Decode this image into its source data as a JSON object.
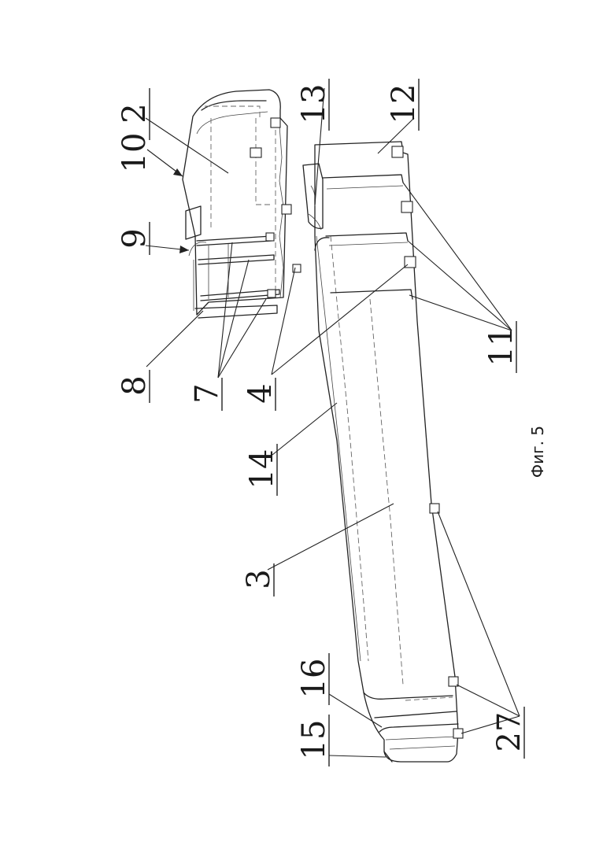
{
  "figure": {
    "caption": "Фиг. 5",
    "labels": [
      "2",
      "10",
      "9",
      "8",
      "7",
      "4",
      "13",
      "12",
      "11",
      "14",
      "3",
      "16",
      "15",
      "27"
    ]
  }
}
